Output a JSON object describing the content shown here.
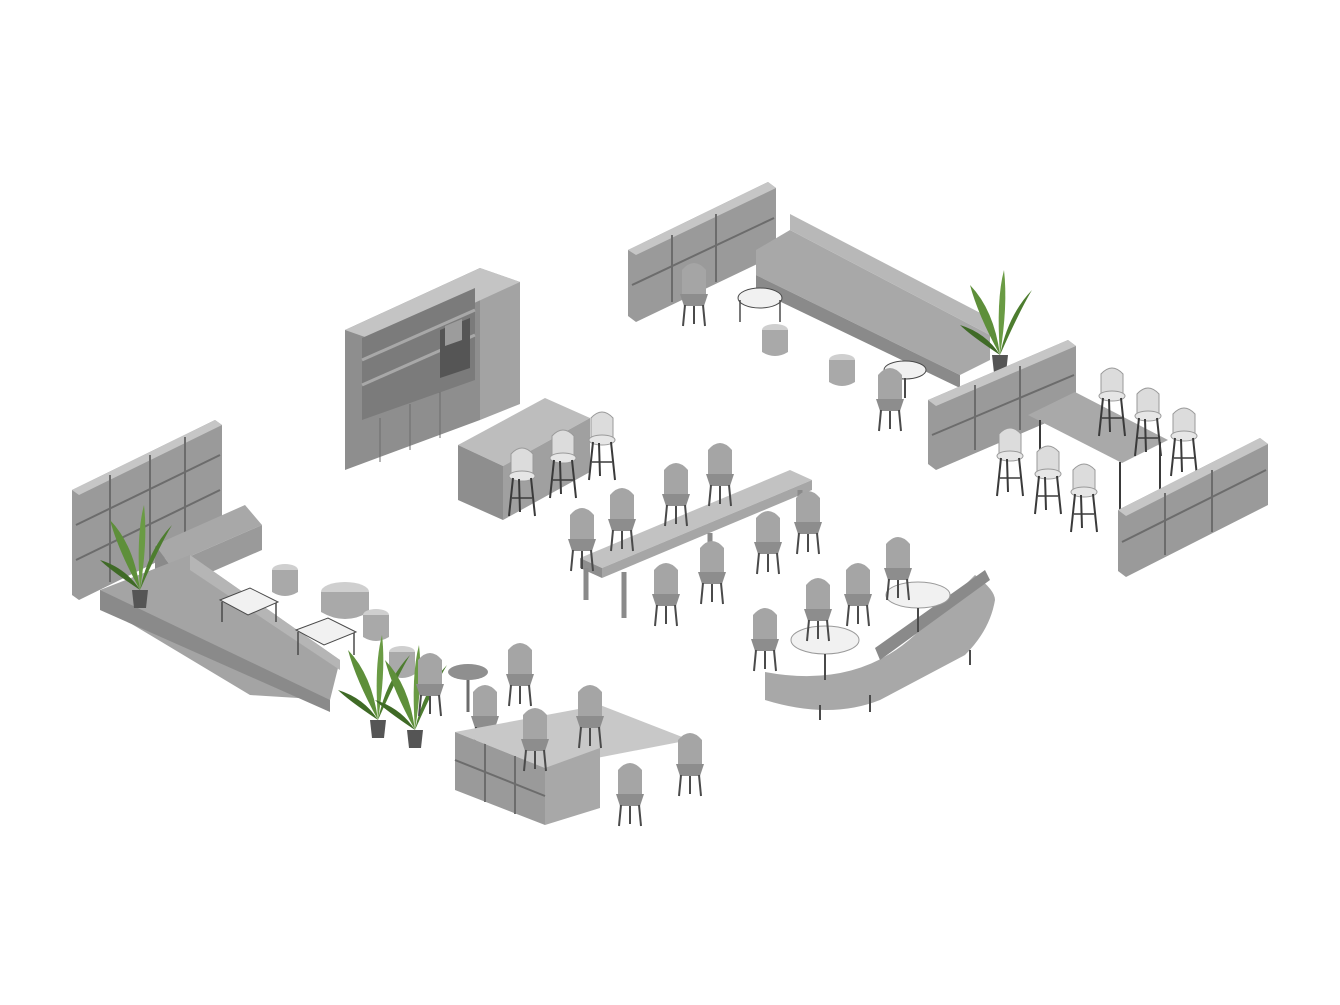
{
  "colors": {
    "background": "#ffffff",
    "furniture_top": "#b9b9b9",
    "furniture_left": "#8e8e8e",
    "furniture_right": "#a3a3a3",
    "furniture_dark": "#6f6f6f",
    "tabletop_light": "#f1f1f1",
    "frame_line": "#4a4a4a",
    "plant_green": "#5e8f3a",
    "plant_green_dark": "#3f6a26",
    "pot": "#555555"
  },
  "scene": {
    "zones": [
      "kitchen-coffee-bar",
      "shelving-lounge-left",
      "long-meeting-table",
      "sofa-lounge-top",
      "high-table-right",
      "booth-seating-right",
      "cafe-tables-bottom",
      "shelf-desk-bottom"
    ]
  }
}
